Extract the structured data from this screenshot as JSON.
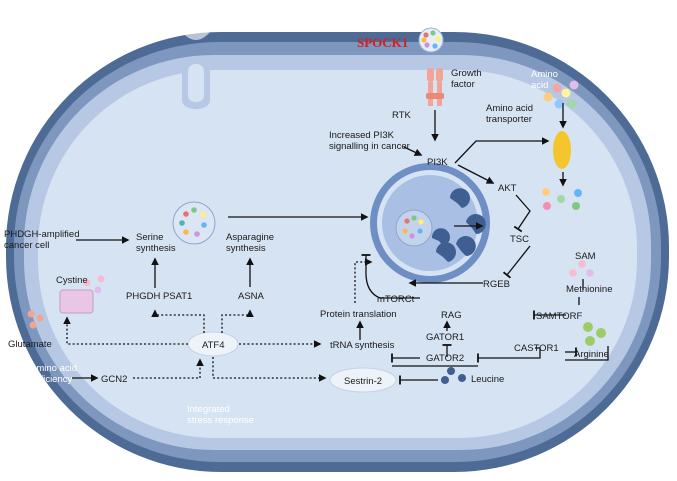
{
  "diagram": {
    "title": "SPOCK1",
    "colors": {
      "title": "#d42020",
      "outer_band": "#4e6b96",
      "middle_band": "#7d97bf",
      "inner_band": "#b6c8e4",
      "cytoplasm": "#d6e3f3",
      "nucleus_ring": "#6f8fc4",
      "nucleus_fill": "#a9c0e4",
      "lysosome": "#c4d3ec",
      "receptor": "#f2a596",
      "transporter": "#f5c52e"
    },
    "labels": {
      "growth_factor": "Growth\nfactor",
      "amino_acid": "Amino\nacid",
      "rtk": "RTK",
      "amino_acid_transporter": "Amino acid\ntransporter",
      "increased_pi3k": "Increased PI3K\nsignalling in cancer",
      "pi3k": "PI3K",
      "akt": "AKT",
      "tsc": "TSC",
      "rgeb": "RGEB",
      "mtorc": "mTORCt",
      "phgdh_amplified": "PHDGH-amplified\ncancer cell",
      "serine_synthesis": "Serine\nsynthesis",
      "asparagine_synthesis": "Asparagine\nsynthesis",
      "sam": "SAM",
      "methionine": "Methionine",
      "samtorf": "SAMTORF",
      "rag": "RAG",
      "gator1": "GATOR1",
      "gator2": "GATOR2",
      "castor1": "CASTOR1",
      "arginine": "Arginine",
      "cystine": "Cystine",
      "phgdh_psat1": "PHGDH PSAT1",
      "asna": "ASNA",
      "protein_translation": "Protein translation",
      "trna_synthesis": "tRNA synthesis",
      "atf4": "ATF4",
      "glutamate": "Glutamate",
      "amino_acid_deficiency": "Amino acid\ndeficiency",
      "gcn2": "GCN2",
      "sestrin2": "Sestrin-2",
      "leucine": "Leucine",
      "integrated_stress": "Integrated\nstress response"
    }
  }
}
